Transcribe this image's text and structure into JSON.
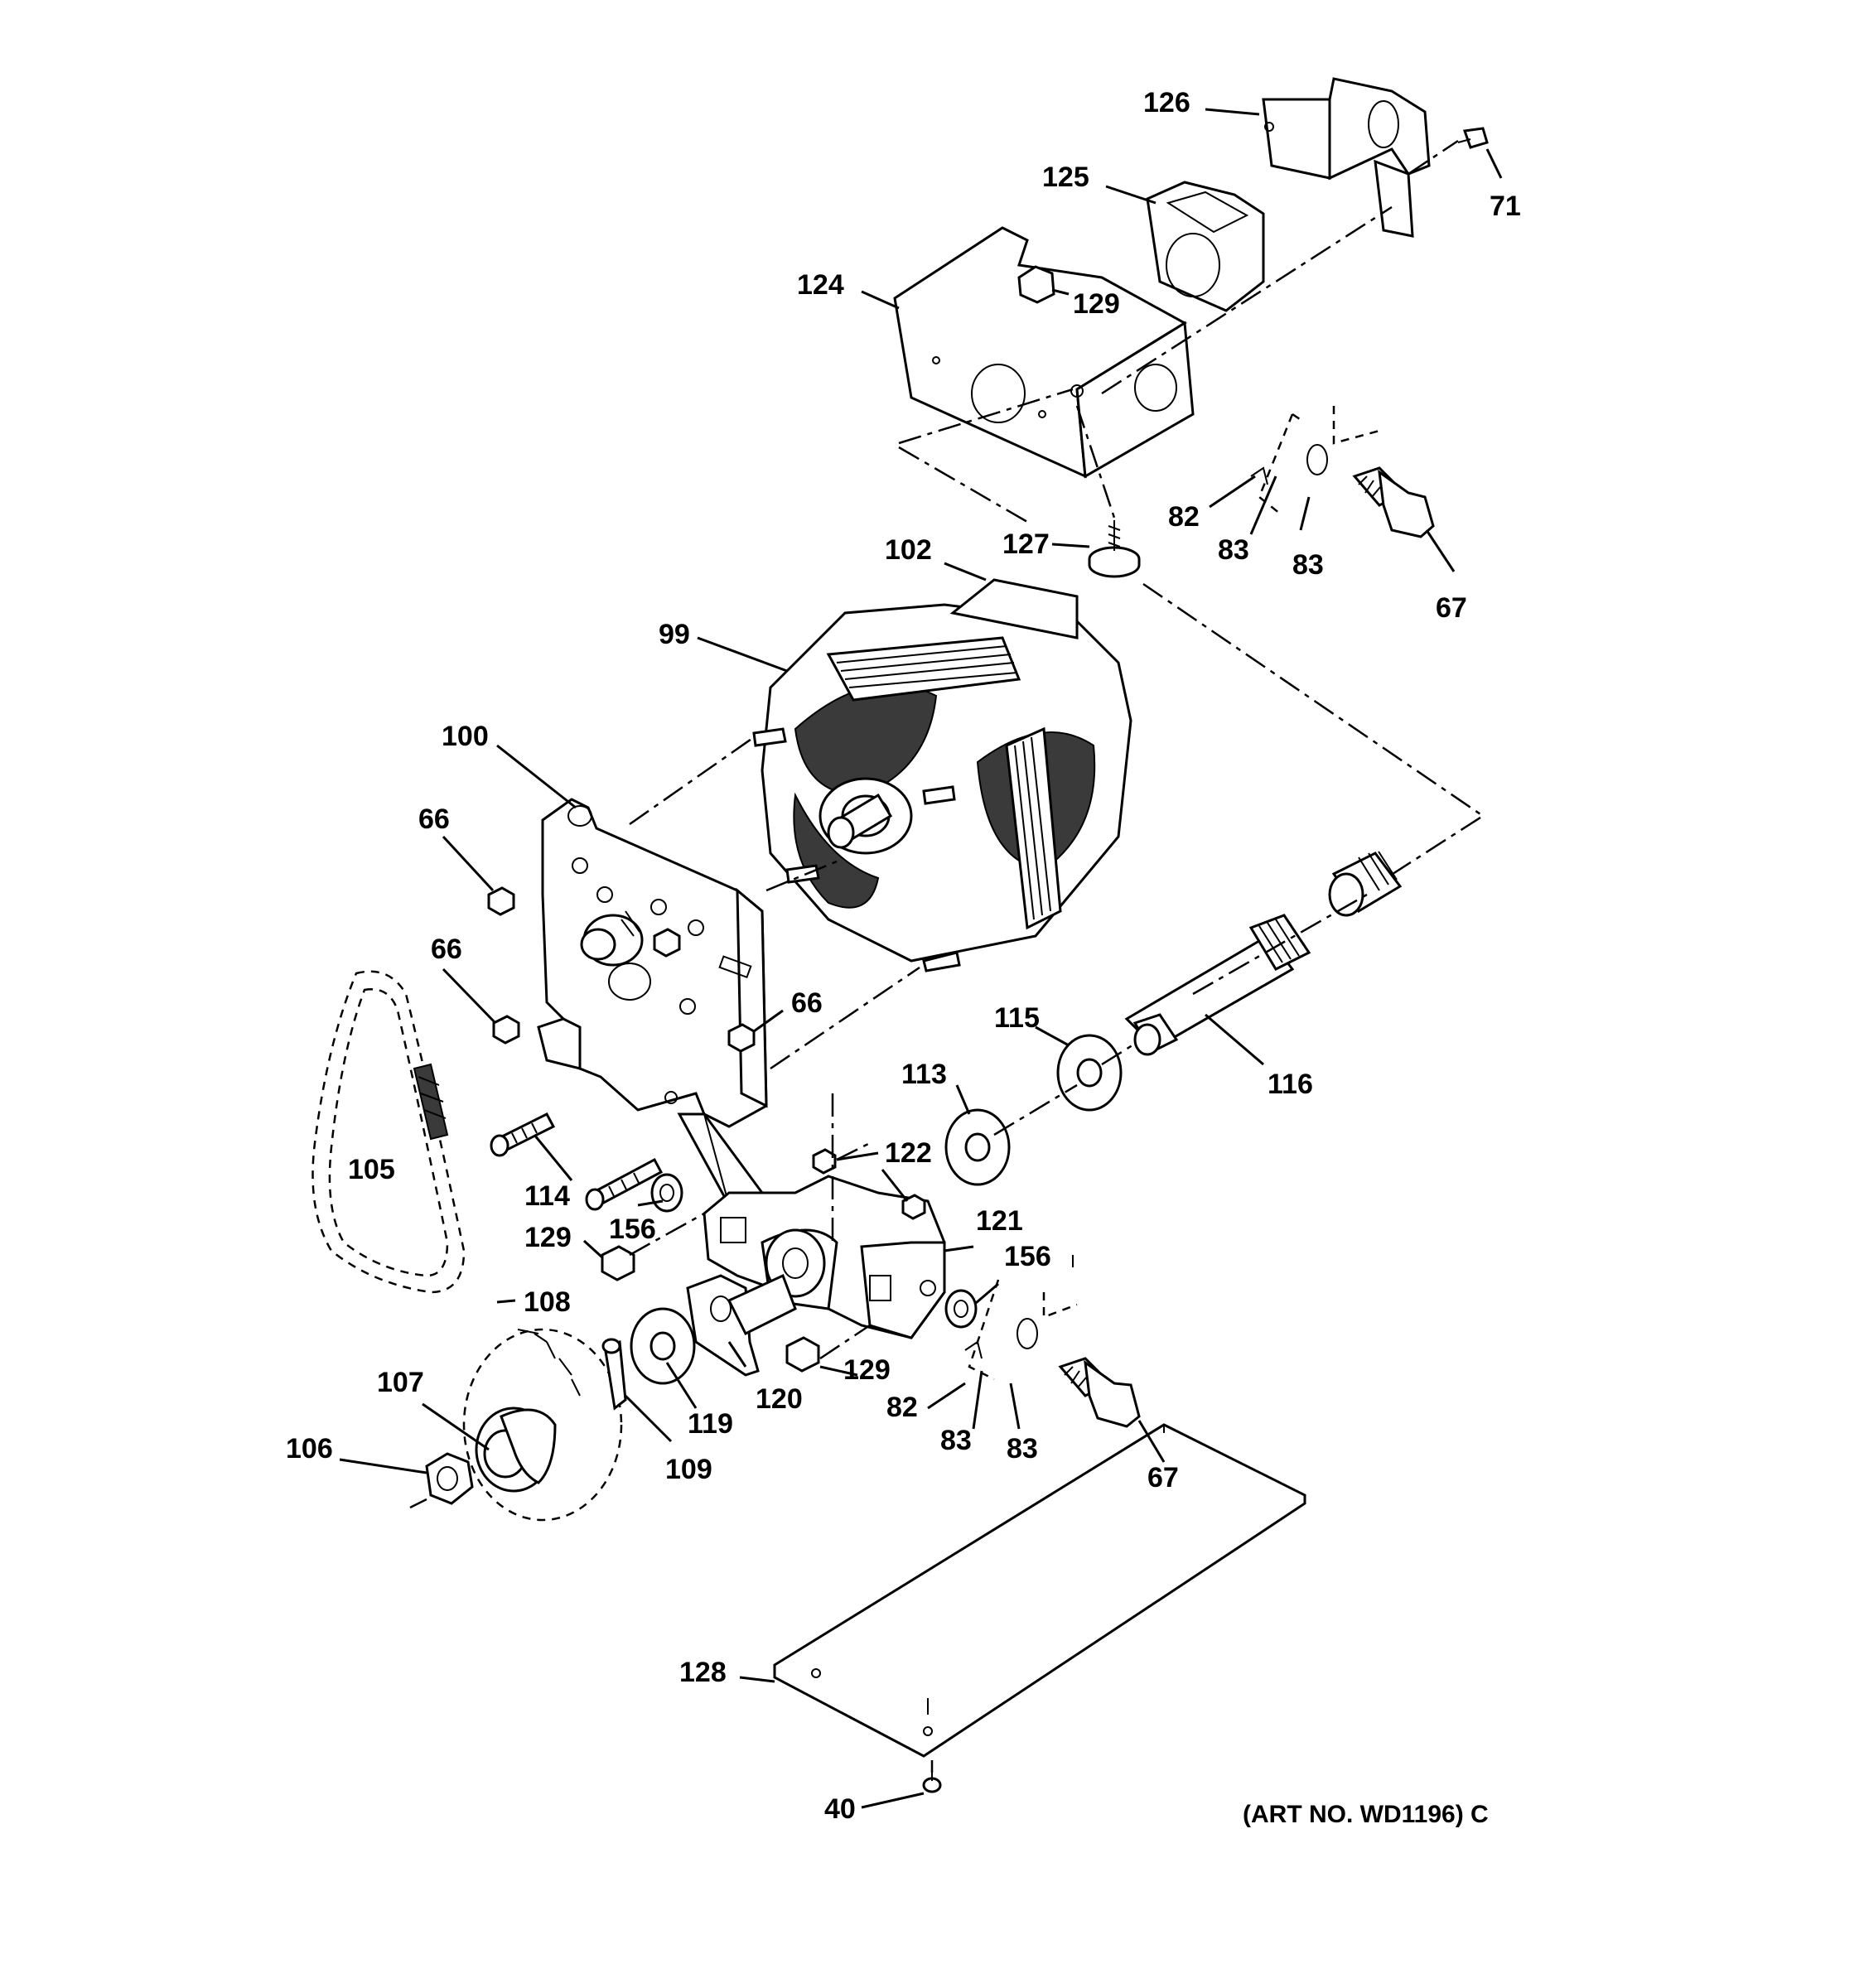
{
  "callouts": {
    "p126": "126",
    "p71": "71",
    "p125": "125",
    "p124": "124",
    "p129a": "129",
    "p102": "102",
    "p127": "127",
    "p82a": "82",
    "p83a": "83",
    "p83b": "83",
    "p67a": "67",
    "p99": "99",
    "p100": "100",
    "p66a": "66",
    "p66b": "66",
    "p66c": "66",
    "p115": "115",
    "p116": "116",
    "p113": "113",
    "p122": "122",
    "p105": "105",
    "p114": "114",
    "p129b": "129",
    "p156a": "156",
    "p121": "121",
    "p156b": "156",
    "p108": "108",
    "p107": "107",
    "p106": "106",
    "p119": "119",
    "p120": "120",
    "p129c": "129",
    "p109": "109",
    "p82b": "82",
    "p83c": "83",
    "p83d": "83",
    "p67b": "67",
    "p128": "128",
    "p40": "40"
  },
  "art_number": "(ART NO. WD1196) C"
}
